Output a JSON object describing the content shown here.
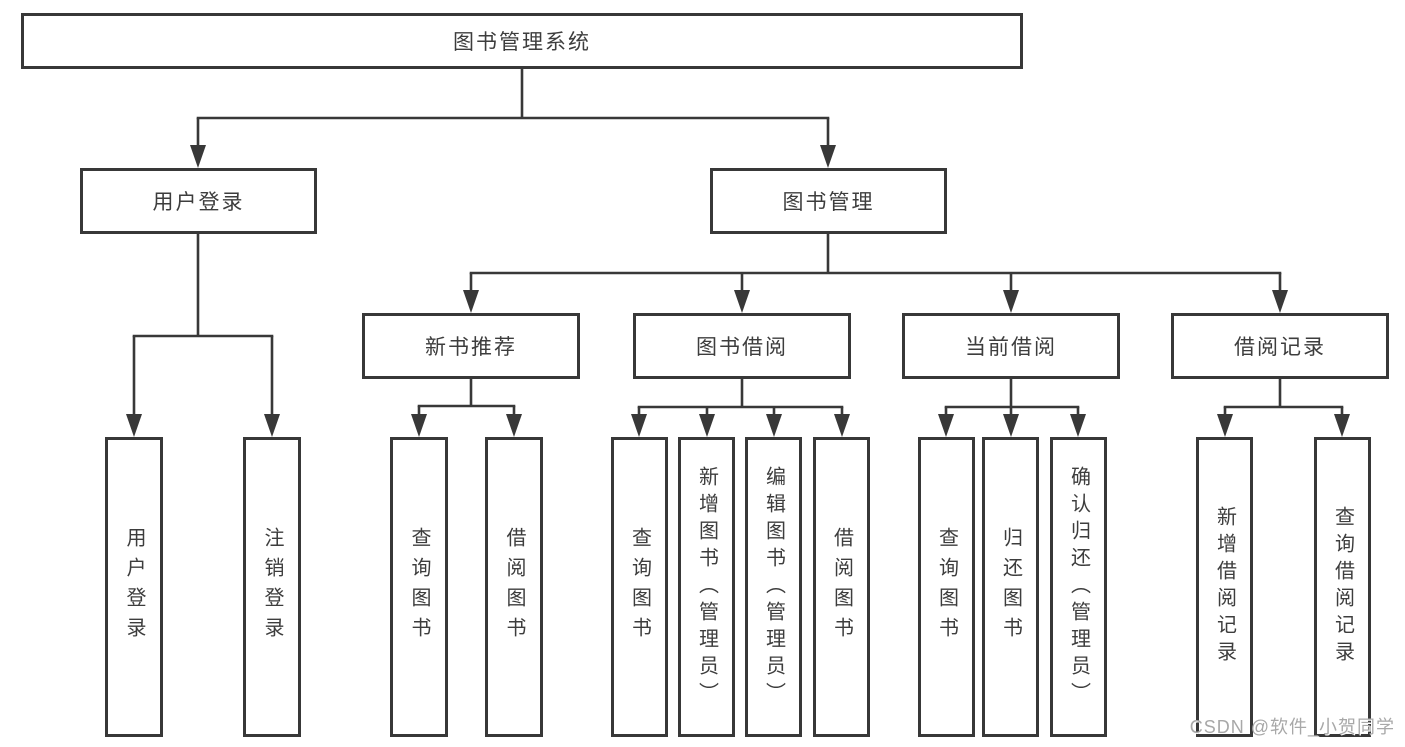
{
  "diagram": {
    "title_node": {
      "label": "图书管理系统"
    },
    "branches": [
      {
        "label": "用户登录",
        "children": [
          {
            "label": "用户登录"
          },
          {
            "label": "注销登录"
          }
        ]
      },
      {
        "label": "图书管理",
        "groups": [
          {
            "label": "新书推荐",
            "children": [
              {
                "label": "查询图书"
              },
              {
                "label": "借阅图书"
              }
            ]
          },
          {
            "label": "图书借阅",
            "children": [
              {
                "label": "查询图书"
              },
              {
                "label": "新增图书（管理员）"
              },
              {
                "label": "编辑图书（管理员）"
              },
              {
                "label": "借阅图书"
              }
            ]
          },
          {
            "label": "当前借阅",
            "children": [
              {
                "label": "查询图书"
              },
              {
                "label": "归还图书"
              },
              {
                "label": "确认归还（管理员）"
              }
            ]
          },
          {
            "label": "借阅记录",
            "children": [
              {
                "label": "新增借阅记录"
              },
              {
                "label": "查询借阅记录"
              }
            ]
          }
        ]
      }
    ]
  },
  "watermark": {
    "text": "CSDN @软件_小贺同学"
  },
  "colors": {
    "line": "#383838",
    "text": "#3d3d3d",
    "watermark": "#a8a8a8",
    "background": "#ffffff"
  }
}
